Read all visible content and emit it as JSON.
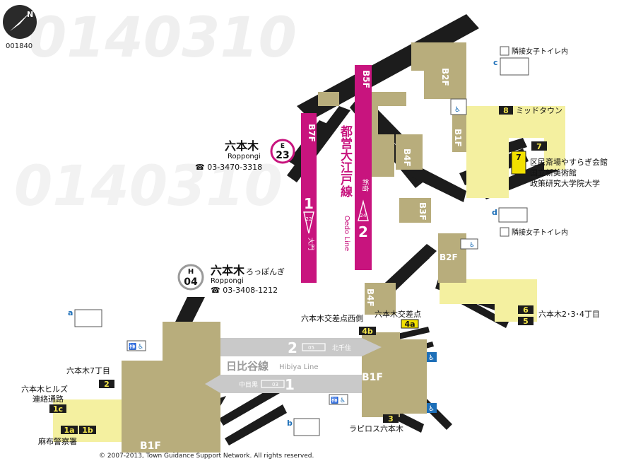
{
  "map_id": "001840",
  "colors": {
    "tan": "#b8ad7c",
    "tan_dark": "#9c9163",
    "yellow": "#f4f0a0",
    "magenta": "#c8147e",
    "gray_line": "#c9c9c9",
    "black": "#1c1c1c",
    "blue_icon": "#1d6fb8"
  },
  "oedo": {
    "name_jp": "都営大江戸線",
    "name_en": "Oedo Line",
    "station_name": "六本木",
    "station_romaji": "Roppongi",
    "station_code_letter": "E",
    "station_code_number": "23",
    "phone": "☎ 03-3470-3318",
    "platform1_number": "1",
    "platform1_dest": "大門",
    "platform1_next": "22",
    "platform2_number": "2",
    "platform2_dest": "新宿",
    "platform2_next": "24",
    "level_b7f": "B7F",
    "level_b5f": "B5F"
  },
  "hibiya": {
    "name_jp": "日比谷線",
    "name_en": "Hibiya Line",
    "station_name": "六本木",
    "station_kana": "ろっぽんぎ",
    "station_romaji": "Roppongi",
    "station_code_letter": "H",
    "station_code_number": "04",
    "phone": "☎ 03-3408-1212",
    "platform1_number": "1",
    "platform1_dest": "中目黒",
    "platform1_next": "03",
    "platform2_number": "2",
    "platform2_dest": "北千住",
    "platform2_next": "05"
  },
  "levels": {
    "b1f_left": "B1F",
    "b1f_right": "B1F",
    "b1f_top": "B1F",
    "b2f_top": "B2F",
    "b2f_mid": "B2F",
    "b3f": "B3F",
    "b4f_top": "B4F",
    "b4f_mid": "B4F"
  },
  "exits": [
    {
      "number": "8",
      "label": "ミッドタウン",
      "style": "black"
    },
    {
      "number": "7",
      "label": "",
      "style": "black"
    },
    {
      "number": "7",
      "label": "区民斎場やすらぎ会館",
      "style": "yellow"
    },
    {
      "number": "",
      "label": "国立新美術館",
      "style": "none"
    },
    {
      "number": "",
      "label": "政策研究大学院大学",
      "style": "none"
    },
    {
      "number": "6",
      "label": "六本木2･3･4丁目",
      "style": "black"
    },
    {
      "number": "5",
      "label": "",
      "style": "black"
    },
    {
      "number": "4b",
      "label": "六本木交差点西側",
      "style": "black"
    },
    {
      "number": "4a",
      "label": "六本木交差点",
      "style": "yellow"
    },
    {
      "number": "3",
      "label": "ラピロス六本木",
      "style": "black"
    },
    {
      "number": "2",
      "label": "六本木7丁目",
      "style": "black"
    },
    {
      "number": "1c",
      "label": "六本木ヒルズ",
      "style": "black"
    },
    {
      "number": "",
      "label": "連絡通路",
      "style": "none"
    },
    {
      "number": "1a",
      "label": "麻布警察署",
      "style": "black"
    },
    {
      "number": "1b",
      "label": "",
      "style": "black"
    }
  ],
  "toilets": {
    "a": "a",
    "b": "b",
    "c": "c",
    "d": "d",
    "note_c": "隣接女子トイレ内",
    "note_d": "隣接女子トイレ内"
  },
  "copyright": "© 2007-2013, Town Guidance Support Network. All rights reserved.",
  "watermark": "0140310"
}
